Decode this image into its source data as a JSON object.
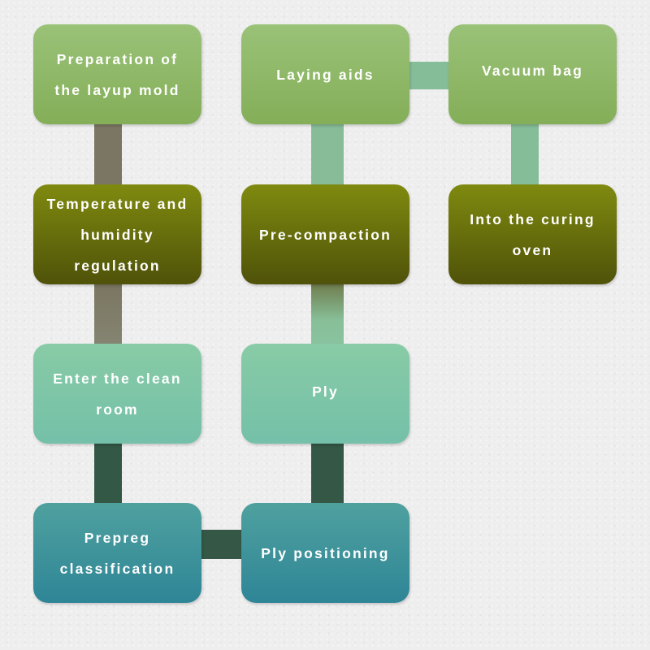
{
  "diagram": {
    "nodes": [
      {
        "id": "n1",
        "label": "Preparation of\nthe layup mold"
      },
      {
        "id": "n2",
        "label": "Temperature and\nhumidity\nregulation"
      },
      {
        "id": "n3",
        "label": "Enter the clean\nroom"
      },
      {
        "id": "n4",
        "label": "Prepreg\nclassification"
      },
      {
        "id": "n5",
        "label": "Ply positioning"
      },
      {
        "id": "n6",
        "label": "Ply"
      },
      {
        "id": "n7",
        "label": "Pre-compaction"
      },
      {
        "id": "n8",
        "label": "Laying aids"
      },
      {
        "id": "n9",
        "label": "Vacuum bag"
      },
      {
        "id": "n10",
        "label": "Into the curing\noven"
      }
    ],
    "edges": [
      {
        "from": "n1",
        "to": "n2"
      },
      {
        "from": "n2",
        "to": "n3"
      },
      {
        "from": "n3",
        "to": "n4"
      },
      {
        "from": "n4",
        "to": "n5"
      },
      {
        "from": "n5",
        "to": "n6"
      },
      {
        "from": "n6",
        "to": "n7"
      },
      {
        "from": "n7",
        "to": "n8"
      },
      {
        "from": "n8",
        "to": "n9"
      },
      {
        "from": "n9",
        "to": "n10"
      }
    ],
    "colors": {
      "light_green": "#8fb867",
      "olive": "#6a7010",
      "mint": "#80c6a7",
      "teal": "#3f949b",
      "connector_gray": "#7a7560",
      "connector_dark": "#355846",
      "connector_mint": "#86bd99"
    }
  }
}
